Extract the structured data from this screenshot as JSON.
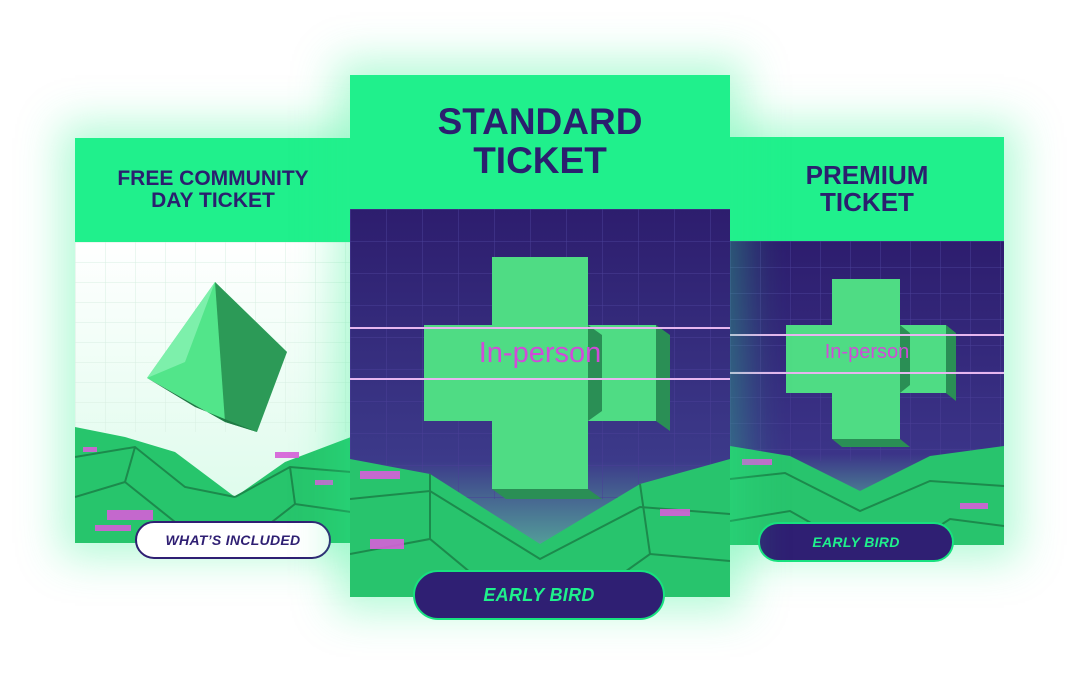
{
  "tickets": [
    {
      "id": "free",
      "title_line1": "FREE COMMUNITY",
      "title_line2": "DAY TICKET",
      "button_label": "WHAT’S INCLUDED"
    },
    {
      "id": "standard",
      "title_line1": "STANDARD",
      "title_line2": "TICKET",
      "badge": "In-person",
      "button_label": "EARLY BIRD"
    },
    {
      "id": "premium",
      "title_line1": "PREMIUM",
      "title_line2": "TICKET",
      "badge": "In-person",
      "button_label": "EARLY BIRD"
    }
  ],
  "colors": {
    "accent_green": "#20f08c",
    "deep_purple": "#2b1f6e",
    "grid_navy": "#2d1d6e",
    "badge_pink": "#d14bd9"
  },
  "icons": {
    "free": "green-pyramid-icon",
    "standard": "green-plus-cross-icon",
    "premium": "green-plus-cross-icon"
  }
}
